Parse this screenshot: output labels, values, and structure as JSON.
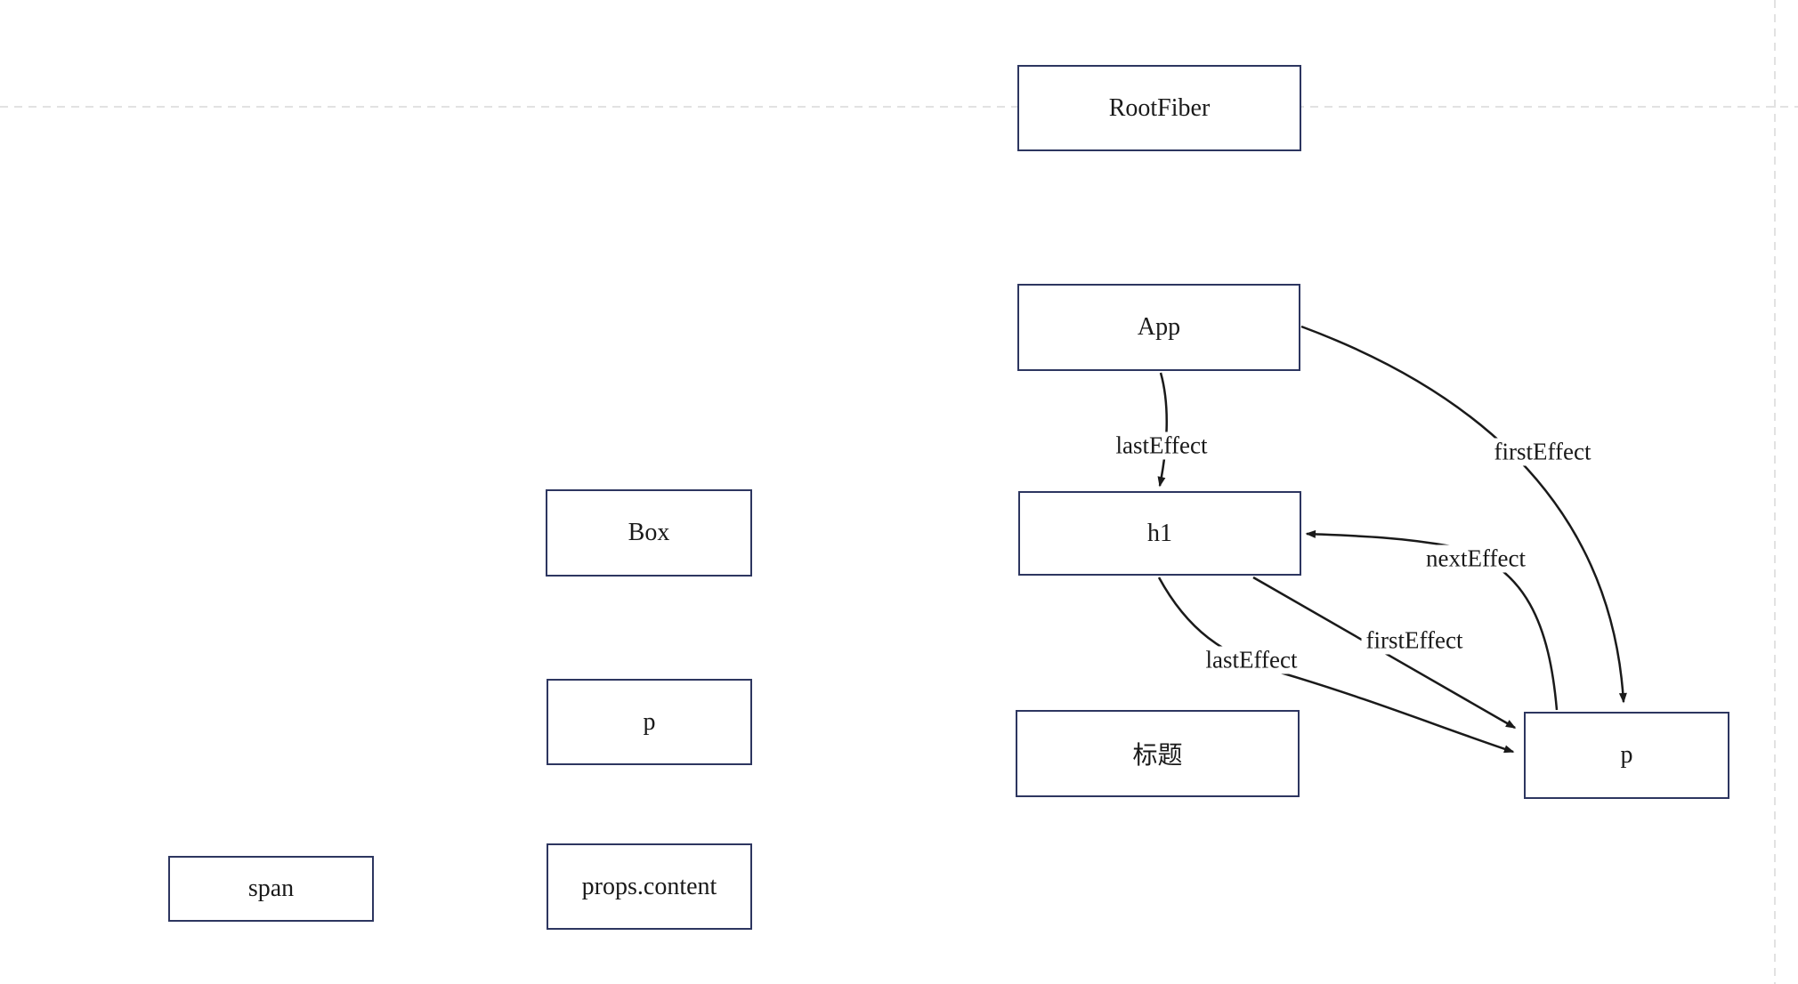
{
  "diagram": {
    "kind": "fiber-effect-list-diagram",
    "nodes": {
      "rootfiber": {
        "label": "RootFiber"
      },
      "app": {
        "label": "App"
      },
      "h1": {
        "label": "h1"
      },
      "title": {
        "label": "标题"
      },
      "p_right": {
        "label": "p"
      },
      "box": {
        "label": "Box"
      },
      "p_left": {
        "label": "p"
      },
      "props_content": {
        "label": "props.content"
      },
      "span": {
        "label": "span"
      }
    },
    "edges": {
      "app_to_h1": {
        "label": "lastEffect"
      },
      "app_to_p": {
        "label": "firstEffect"
      },
      "p_to_h1": {
        "label": "nextEffect"
      },
      "h1_to_p_first": {
        "label": "firstEffect"
      },
      "h1_to_p_last": {
        "label": "lastEffect"
      }
    },
    "colors": {
      "node_border": "#2d3660",
      "node_fill": "#ffffff",
      "edge_stroke": "#1a1a1a",
      "text": "#1a1a1a",
      "page_guide": "#d9d9d9",
      "background": "#ffffff"
    }
  }
}
